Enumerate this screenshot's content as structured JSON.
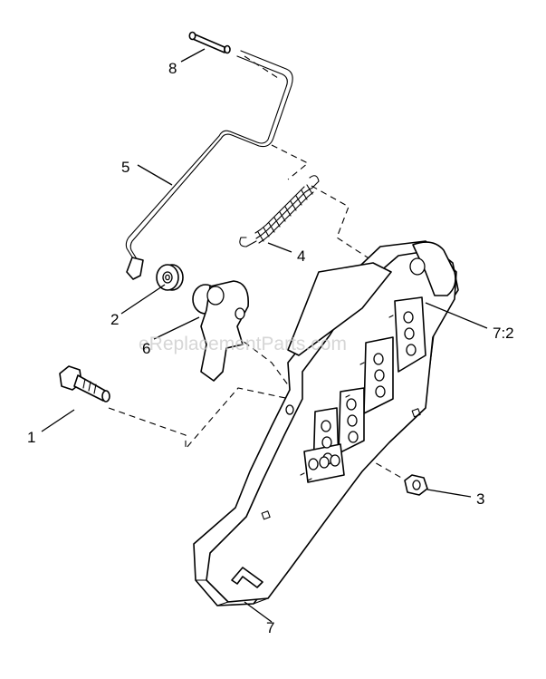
{
  "watermark": "eReplacementParts.com",
  "callouts": [
    {
      "id": "1",
      "label": "1"
    },
    {
      "id": "2",
      "label": "2"
    },
    {
      "id": "3",
      "label": "3"
    },
    {
      "id": "4",
      "label": "4"
    },
    {
      "id": "5",
      "label": "5"
    },
    {
      "id": "6",
      "label": "6"
    },
    {
      "id": "7",
      "label": "7"
    },
    {
      "id": "7-2",
      "label": "7:2"
    },
    {
      "id": "8",
      "label": "8"
    }
  ],
  "colors": {
    "line": "#000000",
    "watermark": "#c8c8c8",
    "background": "#ffffff"
  }
}
